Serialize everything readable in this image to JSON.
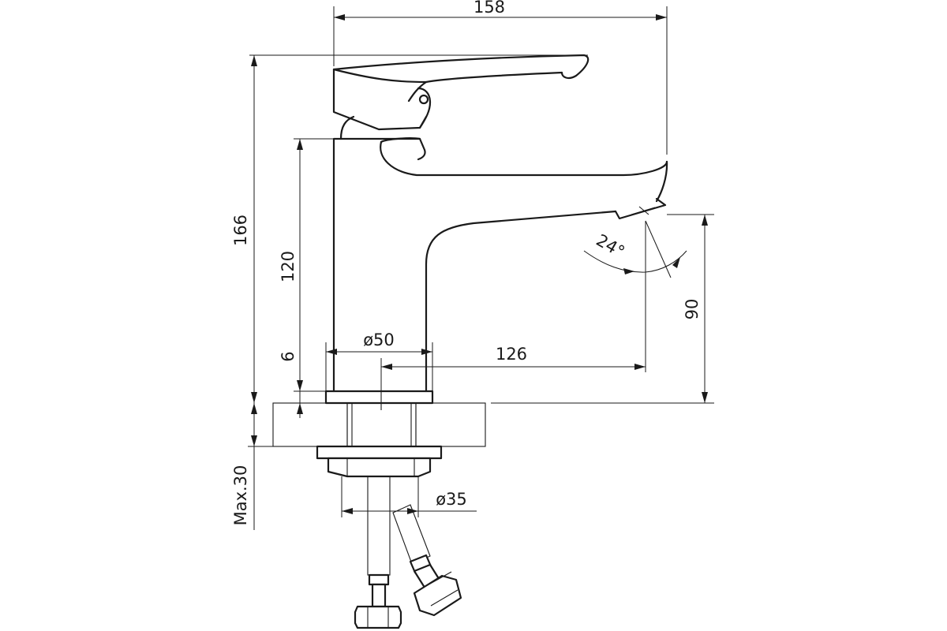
{
  "dimensions": {
    "total_width": "158",
    "total_height": "166",
    "body_height": "120",
    "base_height": "6",
    "base_diameter": "ø50",
    "spout_reach": "126",
    "spout_height": "90",
    "aerator_angle": "24°",
    "max_thickness": "Max.30",
    "thread_diameter": "ø35"
  },
  "colors": {
    "line": "#1a1a1a",
    "background": "#ffffff"
  }
}
